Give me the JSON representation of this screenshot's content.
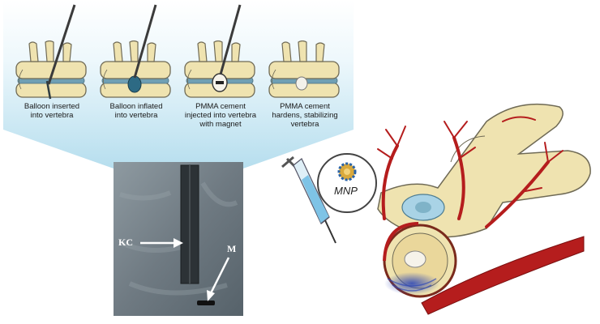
{
  "steps": [
    {
      "caption": "Balloon inserted\ninto vertebra"
    },
    {
      "caption": "Balloon inflated\ninto vertebra"
    },
    {
      "caption": "PMMA cement\ninjected into vertebra\nwith magnet"
    },
    {
      "caption": "PMMA cement\nhardens, stabilizing\nvertebra"
    }
  ],
  "xray": {
    "catheter_label": "KC",
    "magnet_label": "M"
  },
  "nanoparticle": {
    "label": "MNP"
  },
  "colors": {
    "bone": "#efe3b0",
    "bone_outline": "#6f6a55",
    "disc": "#6f9fb4",
    "vessel": "#b51d1d",
    "panel_fade": "#b6deee",
    "syringe_fluid": "#7ec3e6",
    "field_glow": "#2f49b8"
  }
}
